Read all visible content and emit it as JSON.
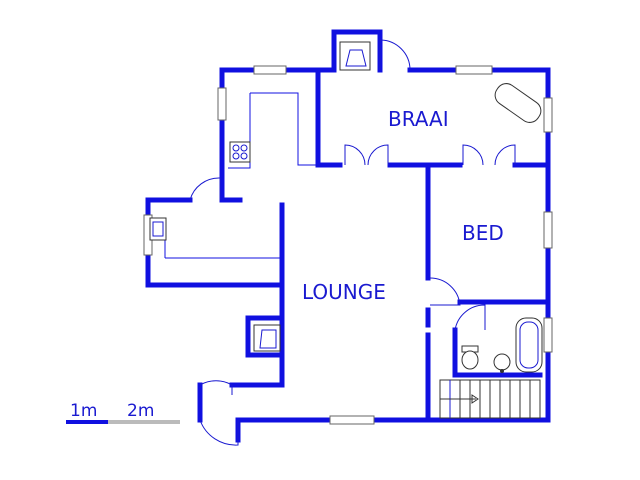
{
  "rooms": {
    "braai": "BRAAI",
    "bed": "BED",
    "lounge": "LOUNGE"
  },
  "scale_bar": {
    "label_1": "1m",
    "label_2": "2m"
  },
  "colors": {
    "wall": "#1010e0",
    "label": "#1a1ad0",
    "scale_bar_light": "#bbbbbb"
  }
}
